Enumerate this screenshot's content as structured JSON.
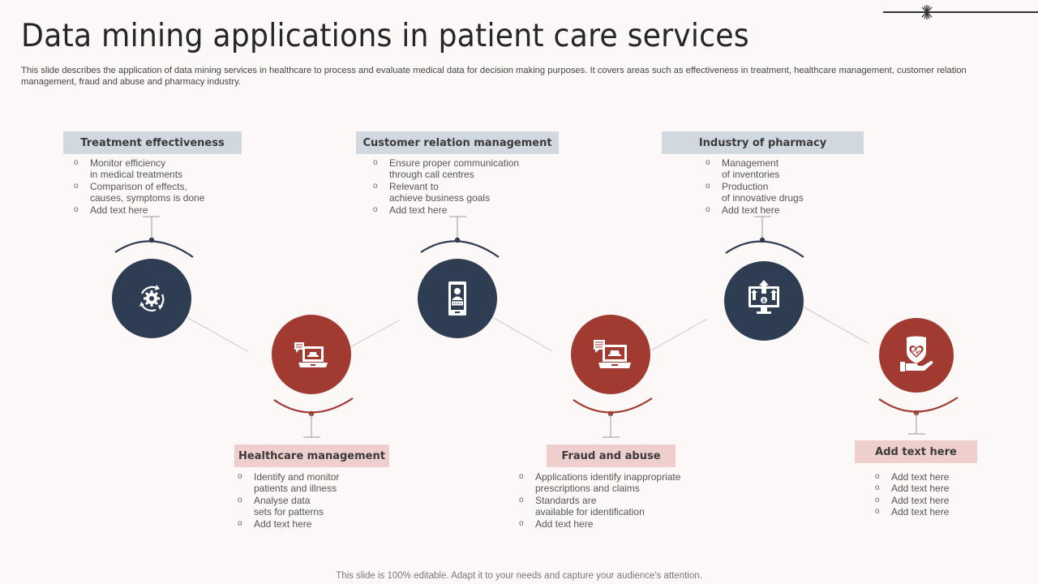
{
  "header": {
    "title": "Data mining applications in patient care services",
    "subtitle": "This slide describes the application of data mining services in healthcare to process and evaluate medical data for decision making purposes. It covers areas such as effectiveness in treatment, healthcare management, customer relation management, fraud and abuse and pharmacy industry."
  },
  "colors": {
    "navy": "#2f3d52",
    "red": "#a13a30",
    "label_blue": "#d1d8e0",
    "label_pink": "#eecfcd",
    "background": "#fbf8f7"
  },
  "nodes": [
    {
      "title": "Treatment effectiveness",
      "color": "navy",
      "position": "top",
      "icon": "gear-cycle-icon",
      "bullets": [
        "Monitor efficiency\nin medical treatments",
        "Comparison of effects,\ncauses, symptoms is done",
        "Add text here"
      ]
    },
    {
      "title": "Healthcare management",
      "color": "red",
      "position": "bottom",
      "icon": "laptop-spy-icon",
      "bullets": [
        "Identify and monitor\npatients and illness",
        "Analyse data\nsets for patterns",
        "Add text here"
      ]
    },
    {
      "title": "Customer relation management",
      "color": "navy",
      "position": "top",
      "icon": "mobile-user-icon",
      "bullets": [
        "Ensure proper communication\nthrough call centres",
        "Relevant to\nachieve business goals",
        "Add text here"
      ]
    },
    {
      "title": "Fraud and abuse",
      "color": "red",
      "position": "bottom",
      "icon": "laptop-spy-icon",
      "bullets": [
        "Applications identify inappropriate\nprescriptions and claims",
        "Standards are\navailable for identification",
        "Add text here"
      ]
    },
    {
      "title": "Industry of pharmacy",
      "color": "navy",
      "position": "top",
      "icon": "monitor-growth-icon",
      "bullets": [
        "Management\nof inventories",
        "Production\nof innovative drugs",
        "Add text here"
      ]
    },
    {
      "title": "Add text here",
      "color": "red",
      "position": "bottom",
      "icon": "hand-heart-shield-icon",
      "bullets": [
        "Add text here",
        "Add text here",
        "Add text here",
        "Add text here"
      ]
    }
  ],
  "footer": {
    "note": "This slide is 100% editable. Adapt it to your needs and capture your audience's attention."
  }
}
